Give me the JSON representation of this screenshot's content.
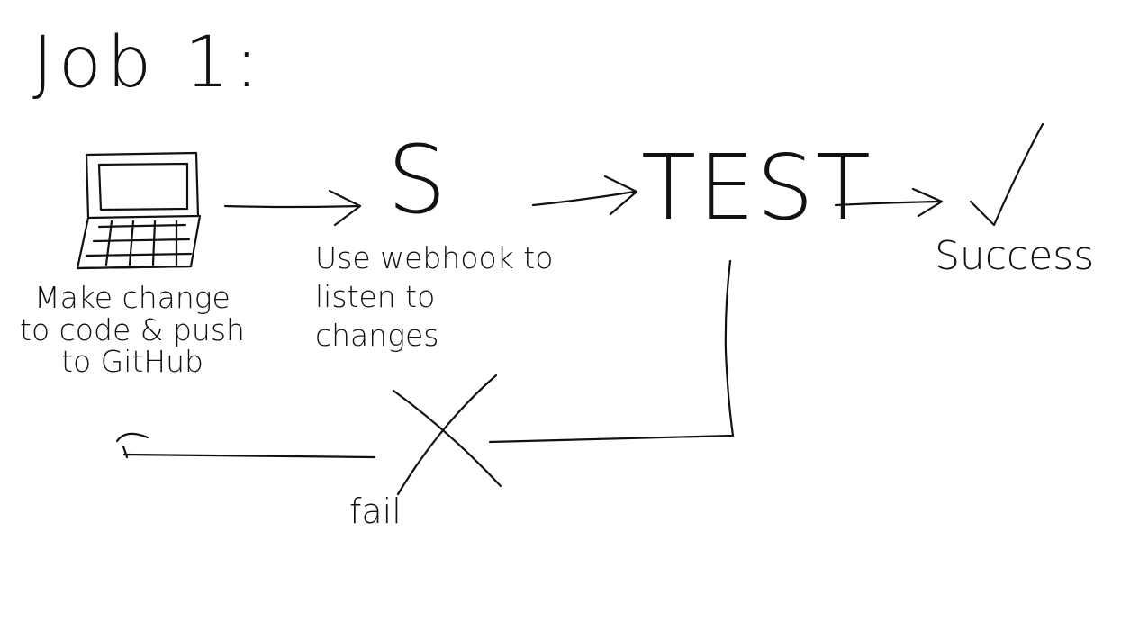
{
  "diagram": {
    "title": "Job 1:",
    "nodes": {
      "laptop": {
        "icon": "laptop-icon",
        "label": "Make change to code & push to GitHub"
      },
      "webhook": {
        "icon": "s-glyph",
        "glyph": "S",
        "label": "Use webhook to listen to changes"
      },
      "test": {
        "label": "TEST"
      },
      "success": {
        "icon": "checkmark-icon",
        "label": "Success"
      },
      "fail": {
        "icon": "cross-icon",
        "label": "fail"
      }
    },
    "edges": [
      {
        "from": "laptop",
        "to": "webhook"
      },
      {
        "from": "webhook",
        "to": "test"
      },
      {
        "from": "test",
        "to": "success"
      },
      {
        "from": "test",
        "to": "fail"
      },
      {
        "from": "fail",
        "to": "laptop"
      }
    ],
    "ink_color": "#111111"
  }
}
